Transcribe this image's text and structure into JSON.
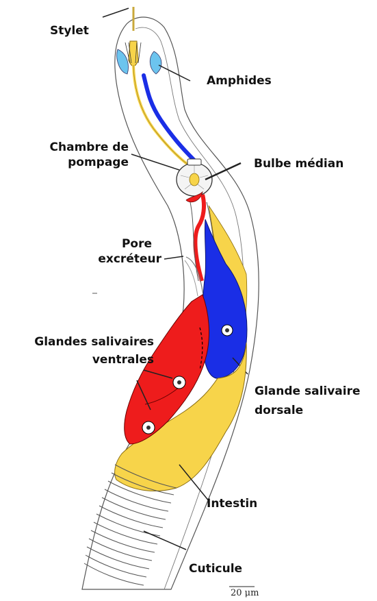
{
  "labels": {
    "stylet": "Stylet",
    "amphides": "Amphides",
    "chambre_line1": "Chambre de",
    "chambre_line2": "pompage",
    "bulbe": "Bulbe médian",
    "pore_line1": "Pore",
    "pore_line2": "excréteur",
    "glandes_ventrales_line1": "Glandes salivaires",
    "glandes_ventrales_line2": "ventrales",
    "glande_dorsale_line1": "Glande salivaire",
    "glande_dorsale_line2": "dorsale",
    "intestin": "Intestin",
    "cuticule": "Cuticule"
  },
  "scale_bar": {
    "label": "20 μm"
  },
  "colors": {
    "ventral_glands": "#ee1c1c",
    "dorsal_gland": "#1a2ee6",
    "intestine": "#f7d44a",
    "amphids": "#6cc4ee",
    "outline": "#444444"
  }
}
